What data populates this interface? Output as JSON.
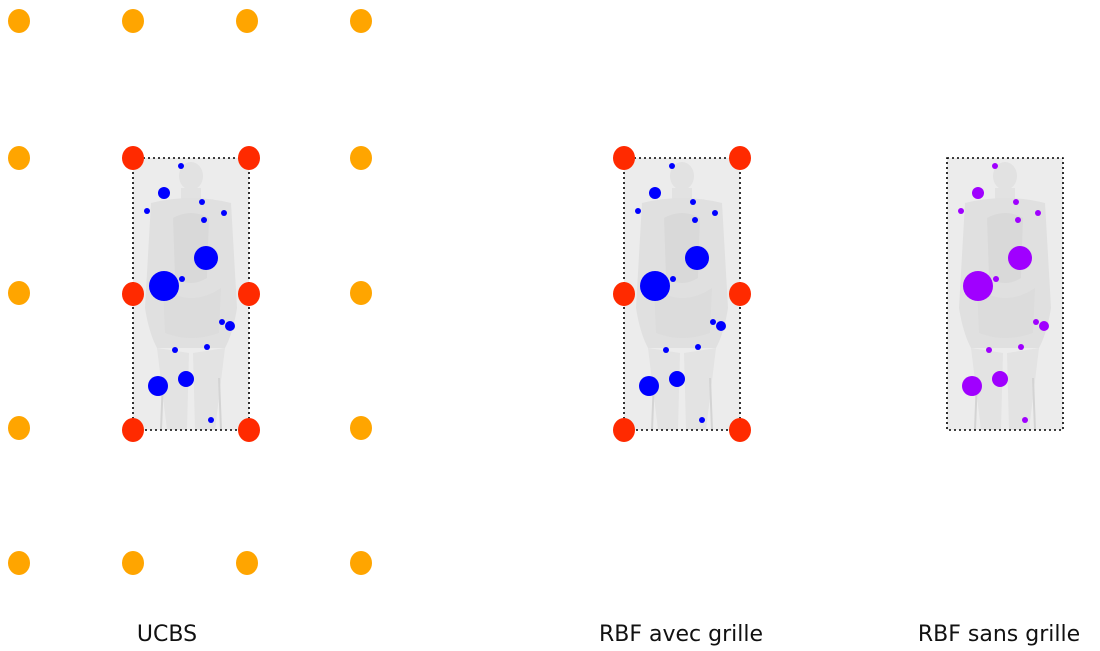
{
  "captions": {
    "ucbs": "UCBS",
    "rbf_grid": "RBF avec grille",
    "rbf_no_grid": "RBF sans grille"
  },
  "colors": {
    "grid_points": "#FFA500",
    "control_points": "#FF2A00",
    "landmarks_ucbs": "#0000FF",
    "landmarks_rbf_grid": "#0000FF",
    "landmarks_rbf_no_grid": "#A000FF",
    "body_silhouette": "#E6E6E6",
    "frame": "#000000"
  }
}
